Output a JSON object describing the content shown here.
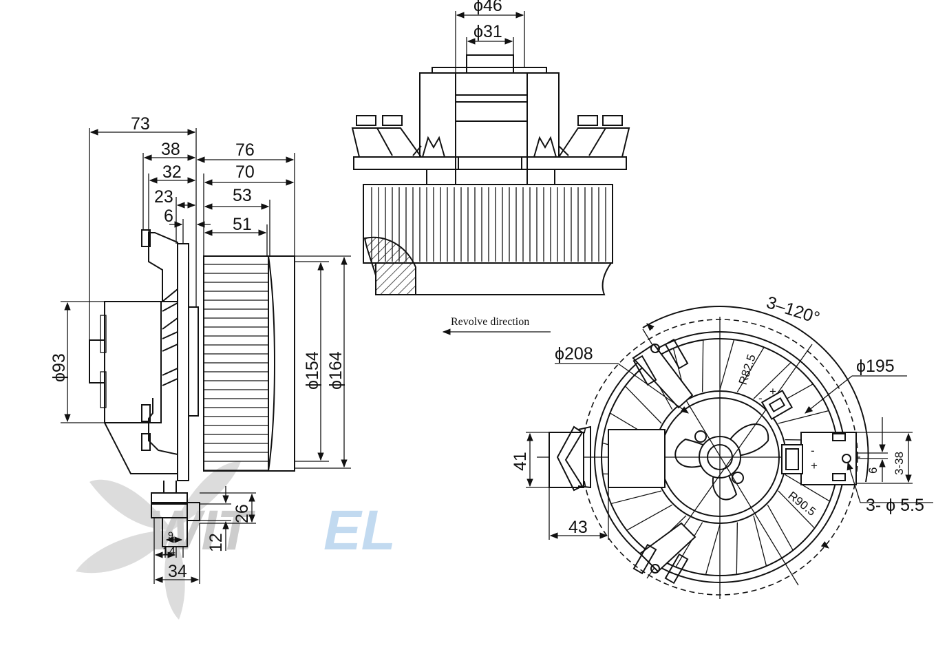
{
  "side_view": {
    "dims": {
      "d73": "73",
      "d38": "38",
      "d32": "32",
      "d23": "23",
      "d6": "6",
      "d76": "76",
      "d70": "70",
      "d53": "53",
      "d51": "51",
      "phi93": "ϕ93",
      "phi154": "ϕ154",
      "phi164": "ϕ164",
      "d26": "26",
      "d12": "12",
      "d9": "9",
      "d14": "14",
      "d34": "34"
    }
  },
  "top_view": {
    "dims": {
      "phi46": "ϕ46",
      "phi31": "ϕ31"
    },
    "revolve_label": "Revolve direction"
  },
  "front_view": {
    "dims": {
      "angle": "3–120°",
      "phi208": "ϕ208",
      "phi195": "ϕ195",
      "r825": "R82.5",
      "r905": "R90.5",
      "d41": "41",
      "d43": "43",
      "d6": "6",
      "d338": "3-38",
      "holes": "3- ϕ 5.5"
    },
    "pole_minus": "-",
    "pole_plus": "+"
  },
  "watermark": {
    "text_dark": "WIT",
    "text_blue": "EL",
    "color_gray": "#c8c8c8",
    "color_blue": "#bcd6ef"
  }
}
